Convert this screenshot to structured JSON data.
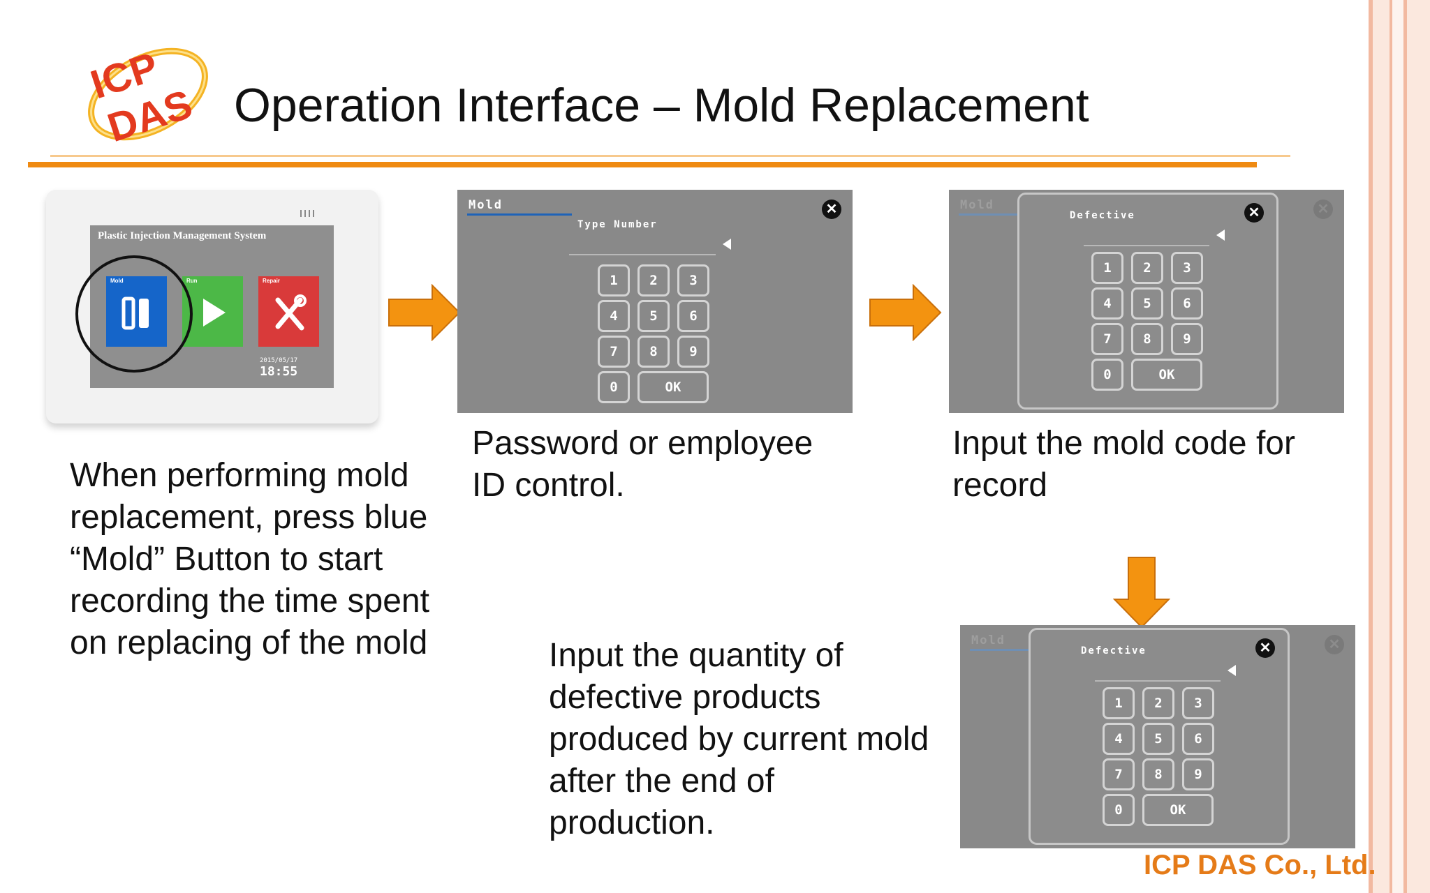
{
  "slide": {
    "title": "Operation Interface – Mold Replacement",
    "logo_text": "ICP DAS",
    "footer": "ICP DAS Co., Ltd."
  },
  "device": {
    "system_title": "Plastic Injection Management System",
    "tiles": [
      {
        "label": "Mold",
        "color": "#1565c9",
        "icon": "mold-icon"
      },
      {
        "label": "Run",
        "color": "#4cb847",
        "icon": "play-icon"
      },
      {
        "label": "Repair",
        "color": "#d93a3a",
        "icon": "tools-icon"
      }
    ],
    "date": "2015/05/17",
    "time": "18:55"
  },
  "panels": {
    "password": {
      "label": "Mold",
      "dialog_title": "Type Number",
      "keys": [
        "1",
        "2",
        "3",
        "4",
        "5",
        "6",
        "7",
        "8",
        "9",
        "0"
      ],
      "ok": "OK"
    },
    "mold_code": {
      "label": "Mold",
      "dialog_title": "Defective",
      "keys": [
        "1",
        "2",
        "3",
        "4",
        "5",
        "6",
        "7",
        "8",
        "9",
        "0"
      ],
      "ok": "OK"
    },
    "defect_qty": {
      "label": "Mold",
      "dialog_title": "Defective",
      "keys": [
        "1",
        "2",
        "3",
        "4",
        "5",
        "6",
        "7",
        "8",
        "9",
        "0"
      ],
      "ok": "OK"
    }
  },
  "captions": {
    "step1": "When performing mold replacement, press blue “Mold” Button to start recording the time spent on replacing of the mold",
    "step2": "Password or employee ID control.",
    "step3": "Input the mold code for record",
    "step4": "Input the quantity of defective products produced by current mold after the end of production."
  },
  "colors": {
    "accent_orange": "#ef8a12",
    "footer_orange": "#e57b18",
    "panel_gray": "#898989"
  }
}
